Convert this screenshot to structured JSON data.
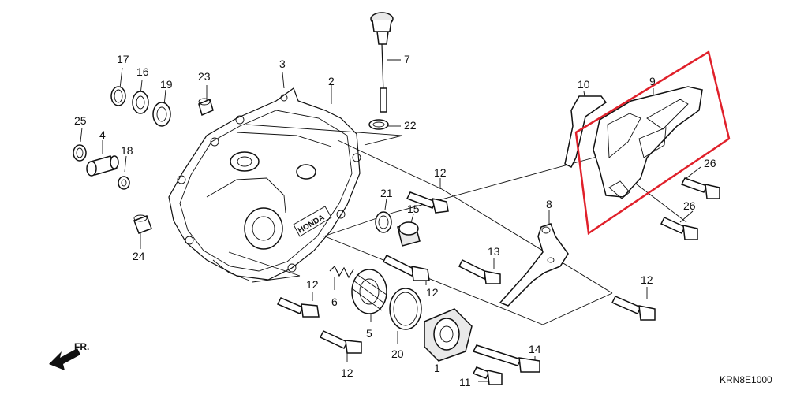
{
  "diagram": {
    "code": "KRN8E1000",
    "direction": "FR.",
    "brand": "HONDA",
    "highlight_color": "#e0202a",
    "callouts": [
      {
        "id": "17",
        "label": "17"
      },
      {
        "id": "16",
        "label": "16"
      },
      {
        "id": "19",
        "label": "19"
      },
      {
        "id": "23",
        "label": "23"
      },
      {
        "id": "3",
        "label": "3"
      },
      {
        "id": "2",
        "label": "2"
      },
      {
        "id": "7",
        "label": "7"
      },
      {
        "id": "22",
        "label": "22"
      },
      {
        "id": "10",
        "label": "10"
      },
      {
        "id": "9",
        "label": "9"
      },
      {
        "id": "25",
        "label": "25"
      },
      {
        "id": "4",
        "label": "4"
      },
      {
        "id": "18",
        "label": "18"
      },
      {
        "id": "12a",
        "label": "12"
      },
      {
        "id": "21",
        "label": "21"
      },
      {
        "id": "15",
        "label": "15"
      },
      {
        "id": "8",
        "label": "8"
      },
      {
        "id": "26a",
        "label": "26"
      },
      {
        "id": "26b",
        "label": "26"
      },
      {
        "id": "24",
        "label": "24"
      },
      {
        "id": "13",
        "label": "13"
      },
      {
        "id": "12b",
        "label": "12"
      },
      {
        "id": "12c",
        "label": "12"
      },
      {
        "id": "6",
        "label": "6"
      },
      {
        "id": "12d",
        "label": "12"
      },
      {
        "id": "5",
        "label": "5"
      },
      {
        "id": "20",
        "label": "20"
      },
      {
        "id": "14",
        "label": "14"
      },
      {
        "id": "12e",
        "label": "12"
      },
      {
        "id": "1",
        "label": "1"
      },
      {
        "id": "11",
        "label": "11"
      }
    ]
  }
}
